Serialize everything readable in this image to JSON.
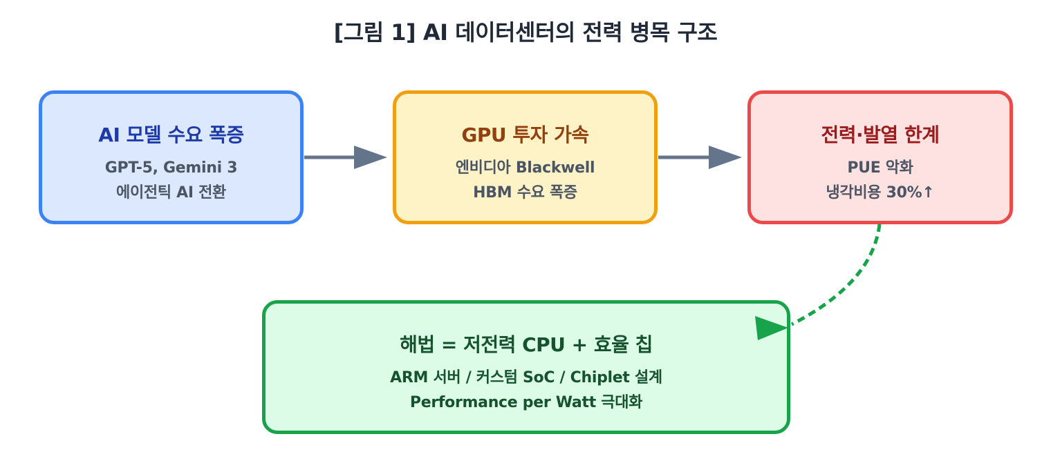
{
  "title": "[그림 1] AI 데이터센터의 전력 병목 구조",
  "boxes": [
    {
      "heading": "AI 모델 수요 폭증",
      "lines": [
        "GPT-5, Gemini 3",
        "에이전틱 AI 전환"
      ],
      "fill": "#dbe8fe",
      "border": "#3b82f6",
      "heading_color": "#1e3aa8"
    },
    {
      "heading": "GPU 투자 가속",
      "lines": [
        "엔비디아 Blackwell",
        "HBM 수요 폭증"
      ],
      "fill": "#fef3c6",
      "border": "#f0a00e",
      "heading_color": "#93400e"
    },
    {
      "heading": "전력·발열 한계",
      "lines": [
        "PUE 악화",
        "냉각비용 30%↑"
      ],
      "fill": "#fee2e2",
      "border": "#ea4a49",
      "heading_color": "#991b1b"
    },
    {
      "heading": "해법 = 저전력 CPU + 효율 칩",
      "lines": [
        "ARM 서버 / 커스텀 SoC / Chiplet 설계",
        "Performance per Watt 극대화"
      ],
      "fill": "#dcfce7",
      "border": "#17a34a",
      "heading_color": "#15532f"
    }
  ],
  "connectors": {
    "solid_arrow_color": "#64748b",
    "dashed_arrow_color": "#17a34a"
  }
}
